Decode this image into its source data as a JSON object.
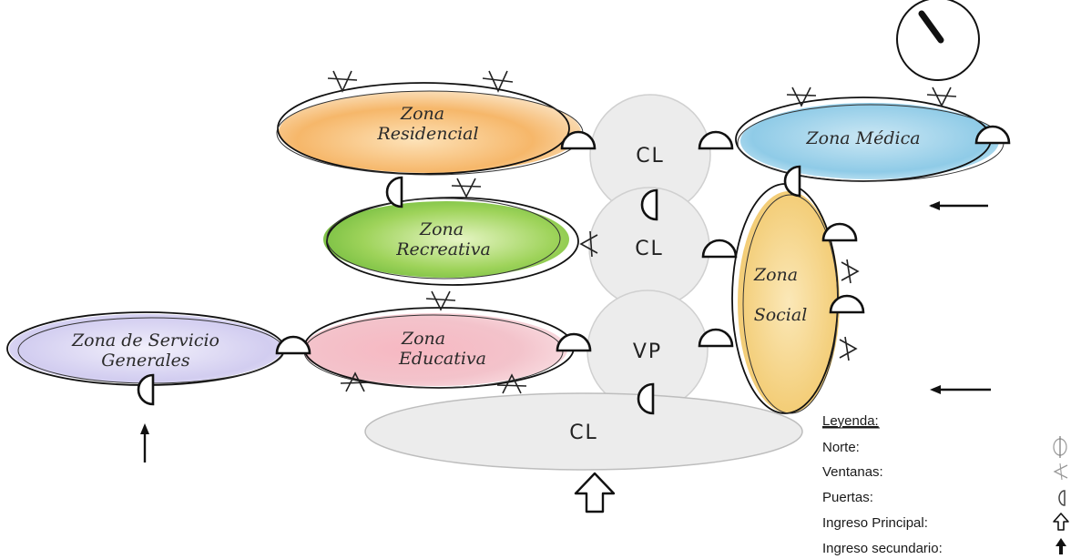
{
  "zones": {
    "residencial": {
      "line1": "Zona",
      "line2": "Residencial",
      "color": "#f3b15c"
    },
    "medica": {
      "line1": "Zona Médica",
      "color": "#8cc9e6"
    },
    "recreativa": {
      "line1": "Zona",
      "line2": "Recreativa",
      "color": "#8fcf4a"
    },
    "social": {
      "line1": "Zona",
      "line2": "Social",
      "color": "#f2cb72"
    },
    "servicio": {
      "line1": "Zona de Servicio",
      "line2": "Generales",
      "color": "#c9c3ee"
    },
    "educativa": {
      "line1": "Zona",
      "line2": "Educativa",
      "color": "#f09aa8"
    }
  },
  "circulations": {
    "cl_top": "CL",
    "cl_middle": "CL",
    "vp": "VP",
    "cl_bottom": "CL"
  },
  "legend": {
    "title": "Leyenda:",
    "items": [
      {
        "label": "Norte:",
        "symbol": "norte-icon"
      },
      {
        "label": "Ventanas:",
        "symbol": "ventana-icon"
      },
      {
        "label": "Puertas:",
        "symbol": "puerta-icon"
      },
      {
        "label": "Ingreso Principal:",
        "symbol": "ingreso-principal-icon"
      },
      {
        "label": "Ingreso secundario:",
        "symbol": "ingreso-secundario-icon"
      }
    ]
  }
}
